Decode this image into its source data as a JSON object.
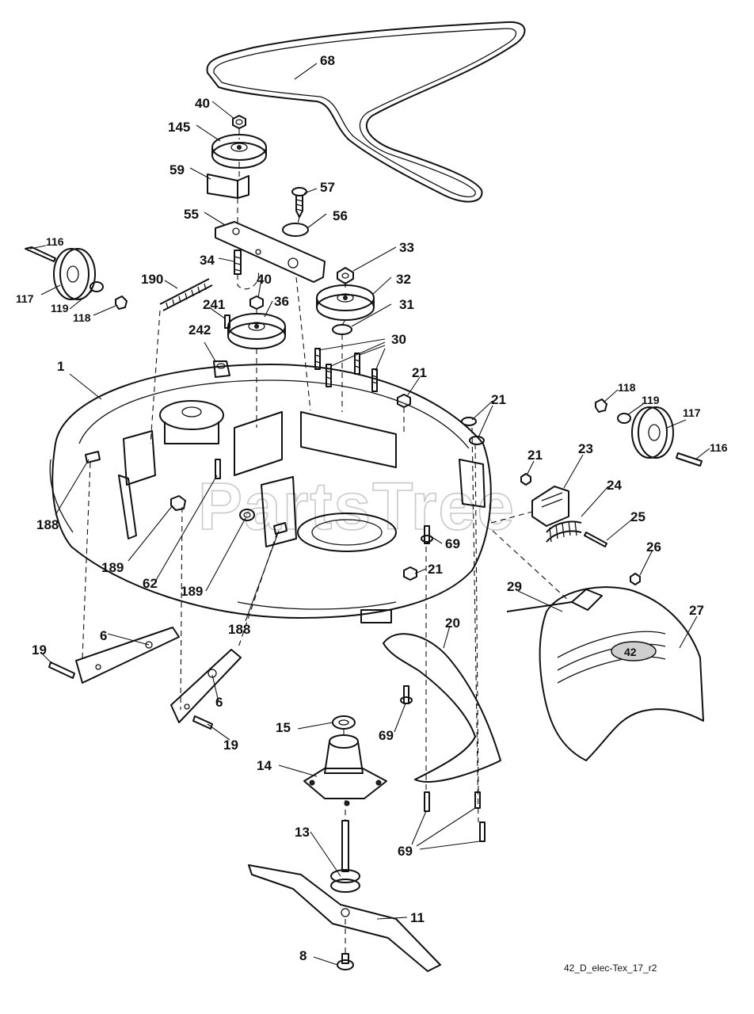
{
  "watermark": "PartsTree",
  "drawing_ref": "42_D_elec-Tex_17_r2",
  "decal_text": "42",
  "callouts": {
    "c68": "68",
    "c40a": "40",
    "c145": "145",
    "c59": "59",
    "c57": "57",
    "c56": "56",
    "c55": "55",
    "c34": "34",
    "c33": "33",
    "c116a": "116",
    "c117a": "117",
    "c119a": "119",
    "c118a": "118",
    "c190": "190",
    "c40b": "40",
    "c32": "32",
    "c241": "241",
    "c36": "36",
    "c31": "31",
    "c242": "242",
    "c30": "30",
    "c1": "1",
    "c21a": "21",
    "c21b": "21",
    "c118b": "118",
    "c119b": "119",
    "c117b": "117",
    "c116b": "116",
    "c21c": "21",
    "c23": "23",
    "c24": "24",
    "c25": "25",
    "c188a": "188",
    "c69a": "69",
    "c26": "26",
    "c21d": "21",
    "c189a": "189",
    "c62": "62",
    "c189b": "189",
    "c29": "29",
    "c27": "27",
    "c188b": "188",
    "c20": "20",
    "c6a": "6",
    "c19a": "19",
    "c6b": "6",
    "c19b": "19",
    "c15": "15",
    "c69b": "69",
    "c14": "14",
    "c13": "13",
    "c69c": "69",
    "c11": "11",
    "c8": "8"
  }
}
